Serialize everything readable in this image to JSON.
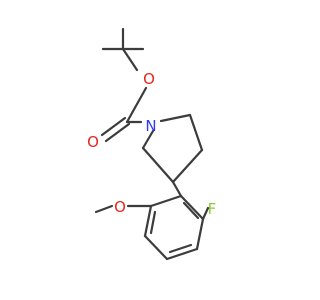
{
  "molecule": {
    "atoms": [
      {
        "id": "O_ester",
        "symbol": "O",
        "color": "#e8251f"
      },
      {
        "id": "O_carbonyl",
        "symbol": "O",
        "color": "#e8251f"
      },
      {
        "id": "N_ring",
        "symbol": "N",
        "color": "#2e3cf5"
      },
      {
        "id": "O_methoxy",
        "symbol": "O",
        "color": "#e8251f"
      },
      {
        "id": "F",
        "symbol": "F",
        "color": "#8fc93b"
      }
    ],
    "bond_color": "#3c3c3c"
  }
}
